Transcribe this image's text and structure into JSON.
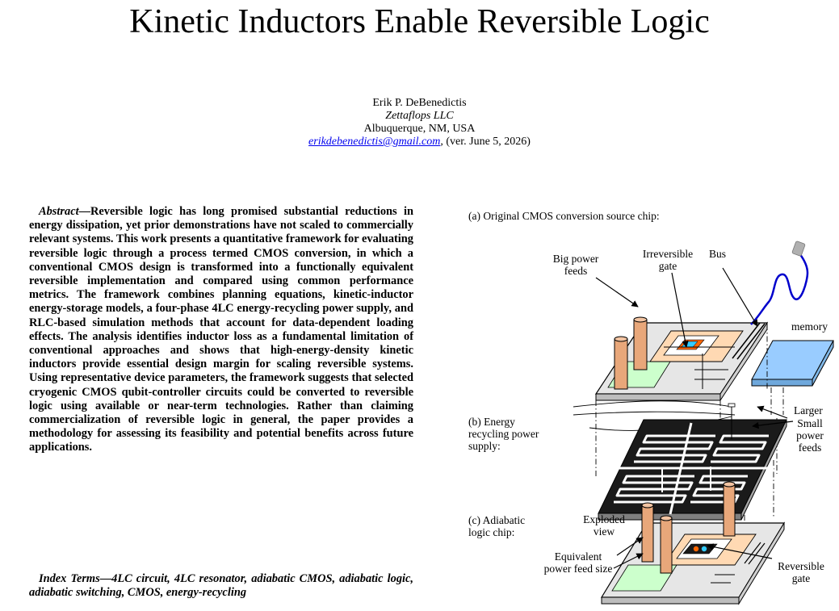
{
  "paper": {
    "title": "Kinetic Inductors Enable Reversible Logic",
    "author": {
      "name": "Erik P. DeBenedictis",
      "affiliation": "Zettaflops LLC",
      "location": "Albuquerque, NM, USA",
      "email": "erikdebenedictis@gmail.com",
      "version": ", (ver. June 5, 2026)"
    },
    "abstract": {
      "lead": "Abstract",
      "dash": "—",
      "body": "Reversible logic has long promised substantial reductions in energy dissipation, yet prior demonstrations have not scaled to commercially relevant systems. This work presents a quantitative framework for evaluating reversible logic through a process termed CMOS conversion, in which a conventional CMOS design is transformed into a functionally equivalent reversible implementation and compared using common performance metrics. The framework combines planning equations, kinetic-inductor energy-storage models, a four-phase 4LC energy-recycling power supply, and RLC-based simulation methods that account for data-dependent loading effects. The analysis identifies inductor loss as a fundamental limitation of conventional approaches and shows that high-energy-density kinetic inductors provide essential design margin for scaling reversible systems. Using representative device parameters, the framework suggests that selected cryogenic CMOS qubit-controller circuits could be converted to reversible logic using available or near-term technologies. Rather than claiming commercialization of reversible logic in general, the paper provides a methodology for assessing its feasibility and potential benefits across future applications."
    },
    "index_terms": "Index Terms—4LC circuit, 4LC resonator, adiabatic CMOS, adiabatic logic, adiabatic switching, CMOS, energy-recycling"
  },
  "figure": {
    "caption_a": "(a) Original CMOS conversion source chip:",
    "caption_b_1": "(b) Energy",
    "caption_b_2": "recycling power",
    "caption_b_3": "supply:",
    "caption_c_1": "(c) Adiabatic",
    "caption_c_2": "logic chip:",
    "big_power_1": "Big power",
    "big_power_2": "feeds",
    "irrev_1": "Irreversible",
    "irrev_2": "gate",
    "bus": "Bus",
    "memory": "memory",
    "larger": "Larger",
    "small_1": "Small",
    "small_2": "power",
    "small_3": "feeds",
    "exploded_1": "Exploded",
    "exploded_2": "view",
    "equiv_1": "Equivalent",
    "equiv_2": "power feed size",
    "rev_1": "Reversible",
    "rev_2": "gate"
  },
  "colors": {
    "chip_face": "#e6e6e6",
    "green_pad": "#ccffcc",
    "memory_blue": "#99ccff",
    "pillar": "#e8a77a",
    "gate_pad": "#ffd9b3",
    "gate_core": "#ff6600",
    "gate_cyan": "#33ccff",
    "bus_cable": "#0000cc",
    "power_supply": "#1a1a1a"
  }
}
